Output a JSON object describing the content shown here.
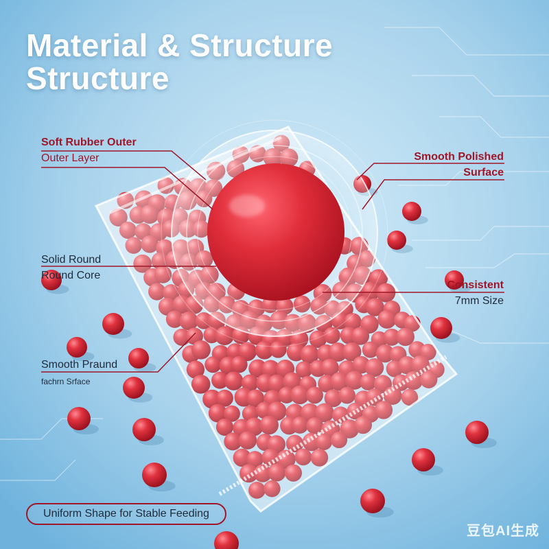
{
  "heading": {
    "line1": "Material & Structure",
    "line2": "Structure"
  },
  "callouts": {
    "outer_title": "Soft Rubber Outer",
    "outer_sub": "Outer Layer",
    "surface_line1": "Smooth Polished",
    "surface_line2": "Surface",
    "core_line1": "Solid Round",
    "core_line2": "Round Core",
    "size_line1": "Consistent",
    "size_line2": "7mm Size",
    "smooth_line1": "Smooth Praund",
    "smooth_line2": "fachrn Srface"
  },
  "badge": {
    "label": "Uniform Shape for Stable Feeding"
  },
  "watermark": {
    "text": "豆包AI生成"
  },
  "colors": {
    "background": "#a9d3ec",
    "ball_red": "#d92a38",
    "label_dark_red": "#a01628",
    "label_dark": "#1f2a3a"
  }
}
